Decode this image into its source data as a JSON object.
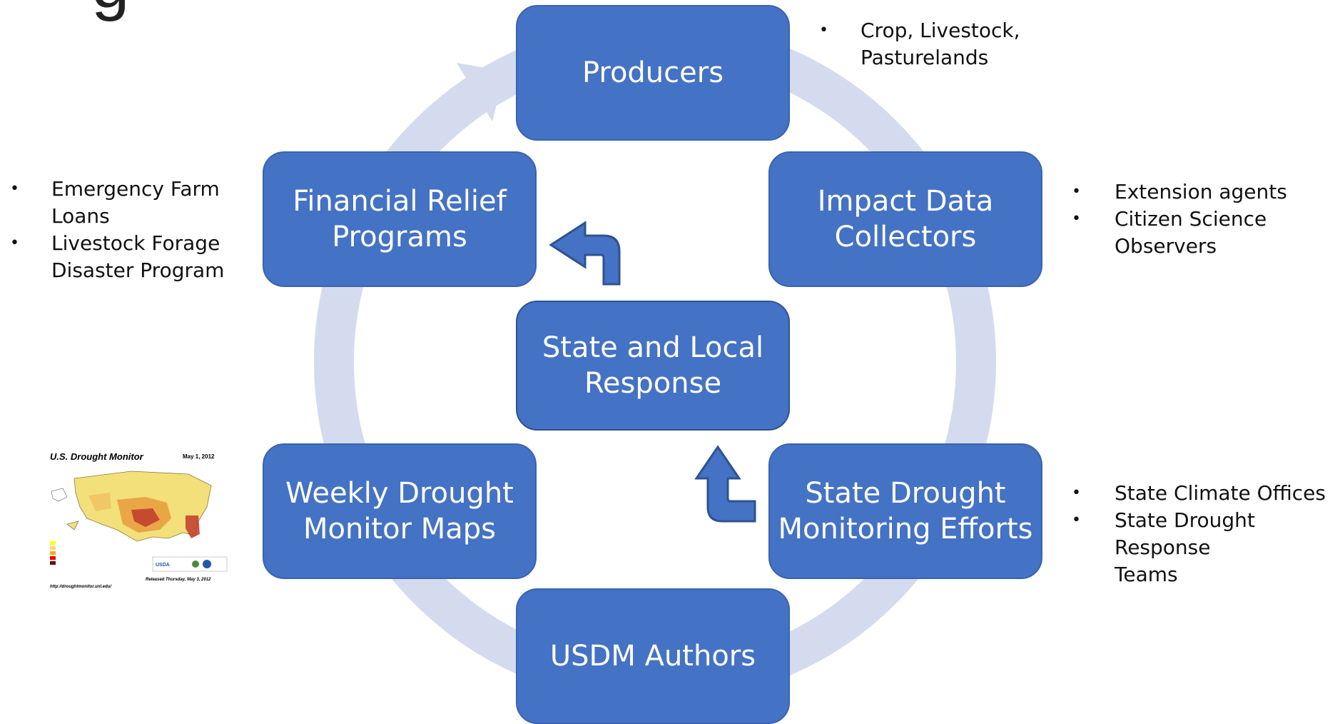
{
  "title_fragment": "g",
  "nodes": {
    "producers": [
      "Producers"
    ],
    "impact": [
      "Impact Data",
      "Collectors"
    ],
    "state_efforts": [
      "State Drought",
      "Monitoring Efforts"
    ],
    "authors": [
      "USDM Authors"
    ],
    "weekly_maps": [
      "Weekly Drought",
      "Monitor Maps"
    ],
    "financial": [
      "Financial Relief",
      "Programs"
    ],
    "center": [
      "State and Local",
      "Response"
    ]
  },
  "notes": {
    "producers": [
      [
        "Crop, Livestock,",
        "Pasturelands"
      ]
    ],
    "impact": [
      [
        "Extension agents"
      ],
      [
        "Citizen Science",
        "Observers"
      ]
    ],
    "state": [
      [
        "State Climate Offices"
      ],
      [
        "State Drought Response",
        "Teams"
      ]
    ],
    "financial": [
      [
        "Emergency Farm",
        "Loans"
      ],
      [
        "Livestock Forage",
        "Disaster Program"
      ]
    ]
  },
  "bullet_char": "•",
  "map_thumbnail": {
    "title": "U.S. Drought Monitor",
    "date": "May 1, 2012",
    "released": "Released Thursday, May 3, 2012",
    "url": "http://droughtmonitor.unl.edu/"
  },
  "colors": {
    "node_fill": "#4472c4",
    "ring": "#d4dbee",
    "text_on_node": "#ffffff"
  }
}
